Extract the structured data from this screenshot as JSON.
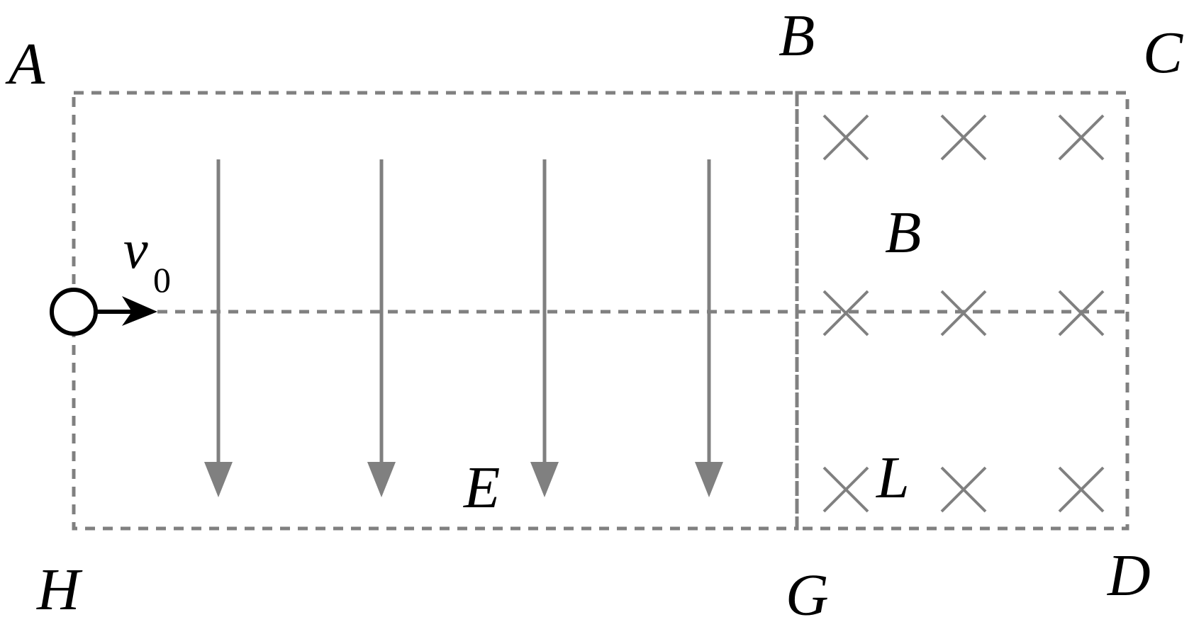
{
  "colors": {
    "field": "#808080",
    "particle": "#000000",
    "background": "#ffffff"
  },
  "labels": {
    "A": "A",
    "B_top": "B",
    "C": "C",
    "D": "D",
    "G": "G",
    "H": "H",
    "B_field": "B",
    "E_field": "E",
    "L": "L",
    "v": "v",
    "v_sub": "0"
  }
}
